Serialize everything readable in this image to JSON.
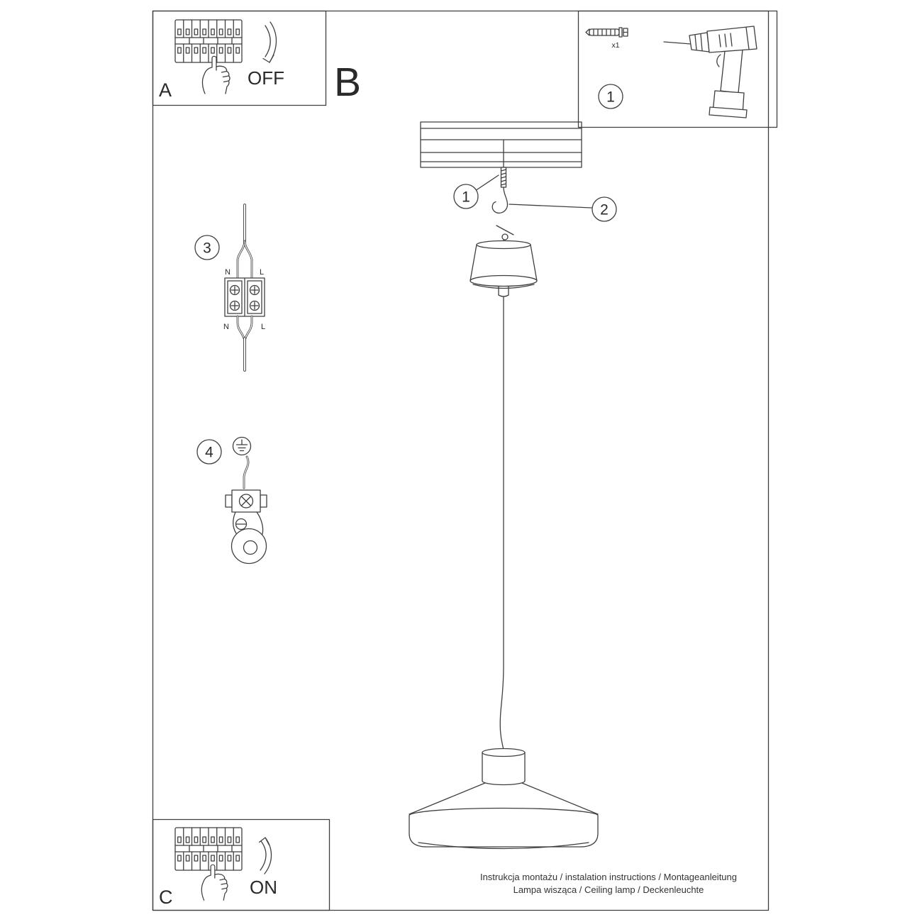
{
  "colors": {
    "line": "#3f3f3f",
    "text": "#2a2a2a",
    "background": "#ffffff"
  },
  "steps": {
    "a": {
      "label": "A",
      "switch": "OFF"
    },
    "b": {
      "label": "B"
    },
    "c": {
      "label": "C",
      "switch": "ON"
    }
  },
  "parts_box": {
    "badge": "1",
    "anchor_qty": "x1"
  },
  "callouts": {
    "hook_rod": "1",
    "hook": "2",
    "wire_connector": "3",
    "earth_connector": "4"
  },
  "wiring": {
    "top_n": "N",
    "top_l": "L",
    "bottom_n": "N",
    "bottom_l": "L"
  },
  "footer": {
    "line1": "Instrukcja montażu / instalation instructions / Montageanleitung",
    "line2": "Lampa wisząca / Ceiling lamp / Deckenleuchte"
  }
}
